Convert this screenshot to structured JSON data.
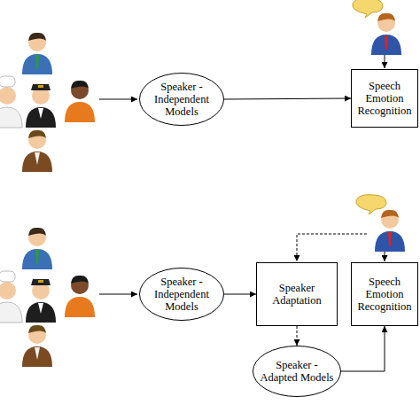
{
  "diagram": {
    "nodes": [
      {
        "text": [
          "Speaker - Independent Models"
        ]
      },
      {
        "text": [
          "Speech Emotion Recognition"
        ]
      },
      {
        "text": [
          "Speaker - Independent Models"
        ]
      },
      {
        "text": [
          "Speaker Adaptation"
        ]
      },
      {
        "text": [
          "Speech Emotion Recognition"
        ]
      },
      {
        "text": [
          "Speaker - Adapted Models"
        ]
      }
    ],
    "edges": [
      {
        "from": 0,
        "to": 1,
        "arrow": "to"
      },
      {
        "from": 2,
        "to": 3,
        "arrow": "to"
      },
      {
        "from": 3,
        "to": 5,
        "arrow": "to"
      },
      {
        "from": 5,
        "to": 4,
        "arrow": "to"
      }
    ]
  }
}
